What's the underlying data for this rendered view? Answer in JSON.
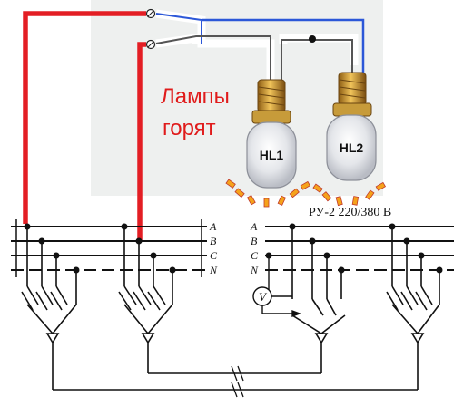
{
  "caption": {
    "line1": "Лампы",
    "line2": "горят"
  },
  "lamps": [
    {
      "label": "HL1"
    },
    {
      "label": "HL2"
    }
  ],
  "buses": {
    "phases": [
      "A",
      "B",
      "C",
      "N"
    ],
    "right_label": "РУ-2 220/380 В"
  },
  "meter": {
    "label": "V"
  },
  "colors": {
    "red_wire": "#e31e24",
    "blue_wire": "#2b57d8",
    "glow": "#f5a21b",
    "bus": "#111111"
  }
}
